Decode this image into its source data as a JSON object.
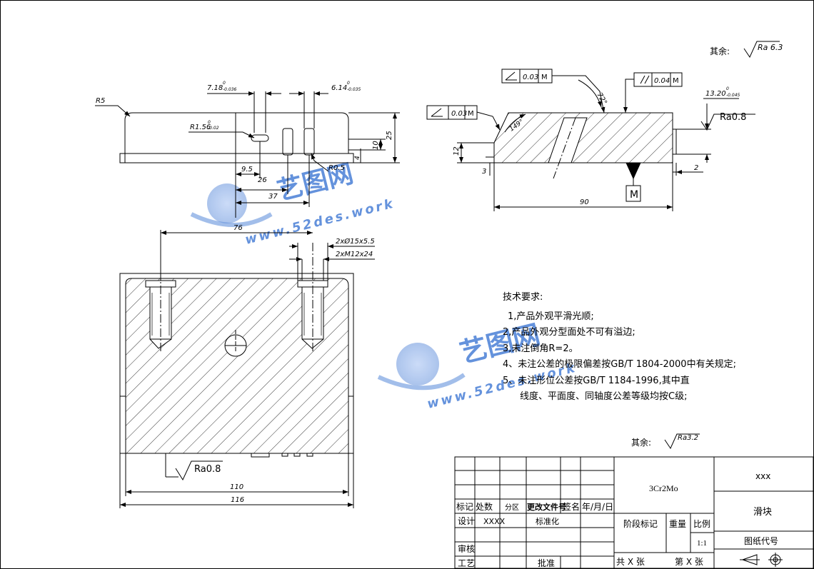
{
  "roughness_other_top": {
    "label": "其余:",
    "value": "Ra 6.3"
  },
  "roughness_other_bottom": {
    "label": "其余:",
    "value": "Ra3.2"
  },
  "top_view": {
    "r5": "R5",
    "dim_718": "7.18",
    "dim_718_tol": "-0.036",
    "dim_614": "6.14",
    "dim_614_tol": "-0.035",
    "dim_r156": "R1.56",
    "dim_r156_tol": "-0.02",
    "tol_zero": "0",
    "dim_95": "9.5",
    "dim_26": "26",
    "dim_37": "37",
    "dim_r05": "R0.5",
    "dim_25": "25",
    "dim_10": "10",
    "dim_4": "4"
  },
  "side_view": {
    "fc1_tol": "0.03",
    "fc1_datum": "M",
    "fc2_tol": "0.03",
    "fc2_datum": "M",
    "fc3_tol": "0.04",
    "fc3_datum": "M",
    "angle_72": "72°",
    "angle_149": "149°",
    "dim_1320": "13.20",
    "dim_1320_tol": "-0.045",
    "tol_zero": "0",
    "ra08": "Ra0.8",
    "dim_12": "12",
    "dim_3": "3",
    "dim_2": "2",
    "dim_90": "90",
    "datum": "M"
  },
  "section_view": {
    "dim_76": "76",
    "hole1": "2xØ15x5.5",
    "hole2": "2xM12x24",
    "ra08": "Ra0.8",
    "dim_110": "110",
    "dim_116": "116"
  },
  "tech_requirements": {
    "title": "技术要求:",
    "items": [
      "1,产品外观平滑光顺;",
      "2,产品外观分型面处不可有溢边;",
      "3,未注倒角R=2。",
      "4、未注公差的极限偏差按GB/T 1804-2000中有关规定;",
      "5、未注形位公差按GB/T 1184-1996,其中直",
      "线度、平面度、同轴度公差等级均按C级;"
    ]
  },
  "watermark": {
    "brand": "艺图网",
    "url": "www.52des.work"
  },
  "title_block": {
    "material": "3Cr2Mo",
    "company": "xxx",
    "part_name": "滑块",
    "drawing_no_label": "图纸代号",
    "stage_label": "阶段标记",
    "weight_label": "重量",
    "scale_label": "比例",
    "scale_value": "1:1",
    "sheet_total": "共 X 张",
    "sheet_num": "第 X 张",
    "labels": {
      "mark": "标记",
      "count": "处数",
      "zone": "分区",
      "change_doc": "更改文件号",
      "sign": "签名",
      "date": "年/月/日",
      "design": "设计",
      "design_value": "XXXX",
      "standardize": "标准化",
      "review": "审核",
      "process": "工艺",
      "approve": "批准"
    }
  },
  "colors": {
    "line": "#000000",
    "watermark": "#4a7fd6"
  }
}
